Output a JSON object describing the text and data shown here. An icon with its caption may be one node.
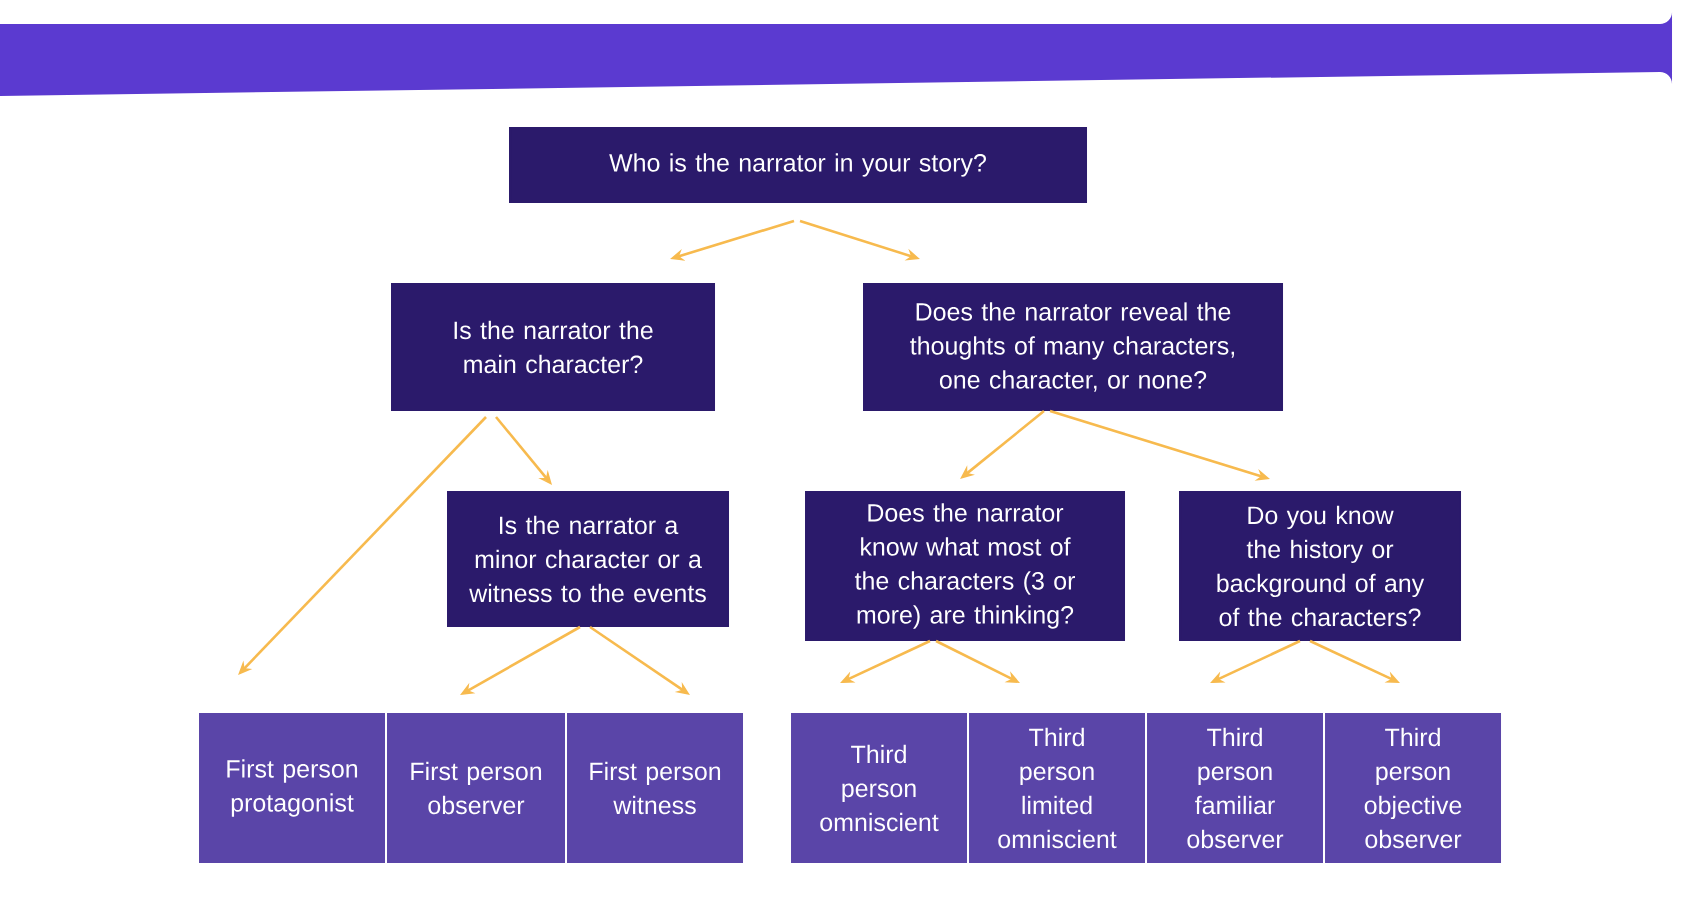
{
  "diagram": {
    "nodes": [
      {
        "text": [
          "Who is the narrator in your story?"
        ]
      },
      {
        "text": [
          "Is the narrator the main character?"
        ]
      },
      {
        "text": [
          "Does the narrator reveal the thoughts of many characters, one character, or none?"
        ]
      },
      {
        "text": [
          "Is the narrator a minor character or a witness to the events"
        ]
      },
      {
        "text": [
          "Does the narrator know what most of the characters (3 or more) are thinking?"
        ]
      },
      {
        "text": [
          "Do you know the history or background of any of the characters?"
        ]
      },
      {
        "text": [
          "First person protagonist"
        ]
      },
      {
        "text": [
          "First person observer"
        ]
      },
      {
        "text": [
          "First person witness"
        ]
      },
      {
        "text": [
          "Third person omniscient"
        ]
      },
      {
        "text": [
          "Third person limited omniscient"
        ]
      },
      {
        "text": [
          "Third person familiar observer"
        ]
      },
      {
        "text": [
          "Third person objective observer"
        ]
      }
    ],
    "edges": [
      {
        "from": 0,
        "to": 1,
        "arrow": "to"
      },
      {
        "from": 0,
        "to": 2,
        "arrow": "to"
      },
      {
        "from": 1,
        "to": 6,
        "arrow": "to"
      },
      {
        "from": 1,
        "to": 3,
        "arrow": "to"
      },
      {
        "from": 3,
        "to": 7,
        "arrow": "to"
      },
      {
        "from": 3,
        "to": 8,
        "arrow": "to"
      },
      {
        "from": 2,
        "to": 4,
        "arrow": "to"
      },
      {
        "from": 2,
        "to": 5,
        "arrow": "to"
      },
      {
        "from": 4,
        "to": 9,
        "arrow": "to"
      },
      {
        "from": 4,
        "to": 10,
        "arrow": "to"
      },
      {
        "from": 5,
        "to": 11,
        "arrow": "to"
      },
      {
        "from": 5,
        "to": 12,
        "arrow": "to"
      }
    ]
  }
}
